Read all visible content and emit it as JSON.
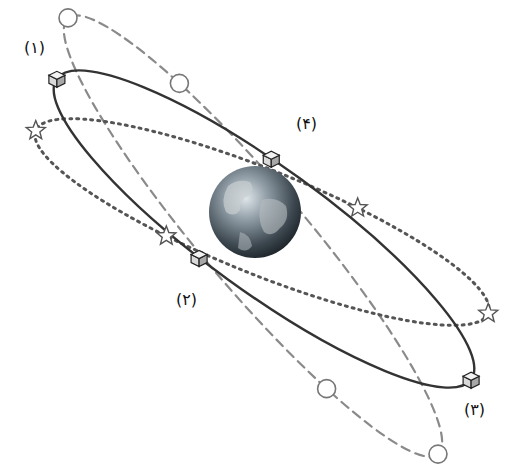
{
  "diagram": {
    "labels": [
      "(۱)",
      "(۴)",
      "(۲)",
      "(۳)"
    ]
  }
}
